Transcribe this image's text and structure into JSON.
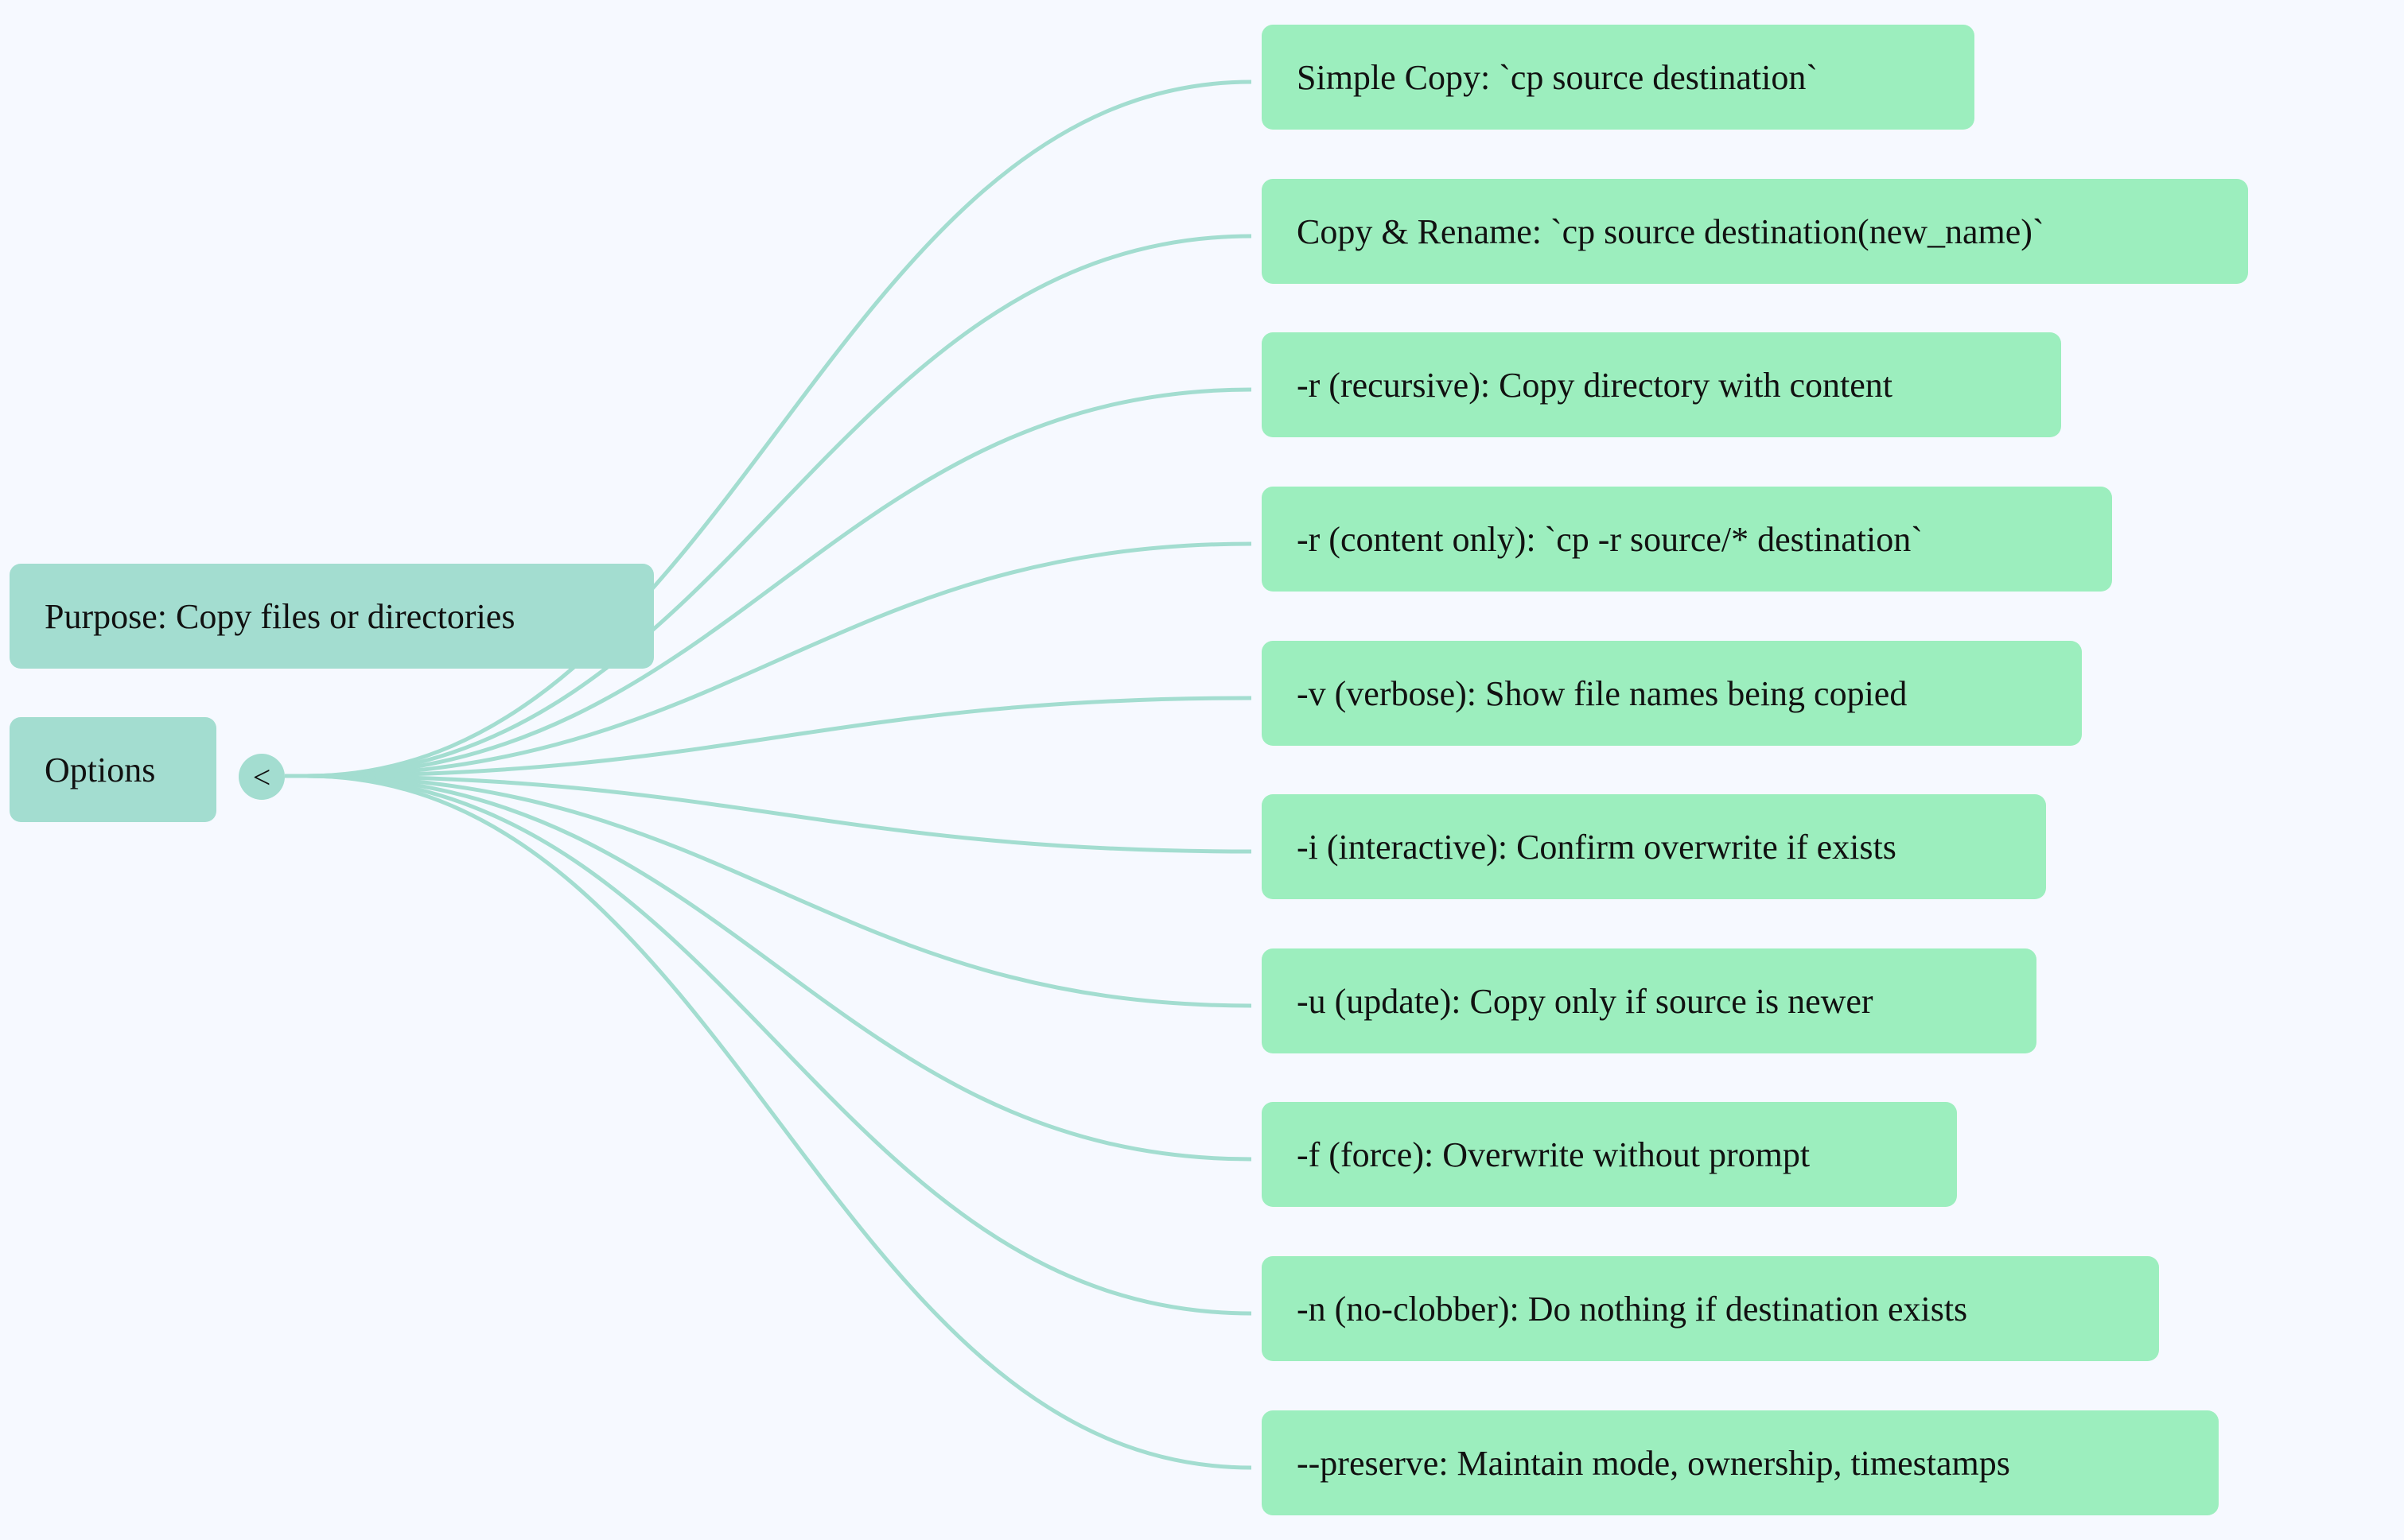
{
  "diagram": {
    "purpose_label": "Purpose: Copy files or directories",
    "options_label": "Options",
    "collapse_toggle": "<",
    "options": [
      "Simple Copy: `cp source destination`",
      "Copy & Rename: `cp source destination(new_name)`",
      "-r (recursive): Copy directory with content",
      "-r (content only): `cp -r source/* destination`",
      "-v (verbose): Show file names being copied",
      "-i (interactive): Confirm overwrite if exists",
      "-u (update): Copy only if source is newer",
      "-f (force): Overwrite without prompt",
      "-n (no-clobber): Do nothing if destination exists",
      "--preserve: Maintain mode, ownership, timestamps"
    ]
  },
  "colors": {
    "background": "#f6f9ff",
    "left_node": "#a3ddd0",
    "option_node": "#9ceebe",
    "edge": "#a3ddd0"
  }
}
